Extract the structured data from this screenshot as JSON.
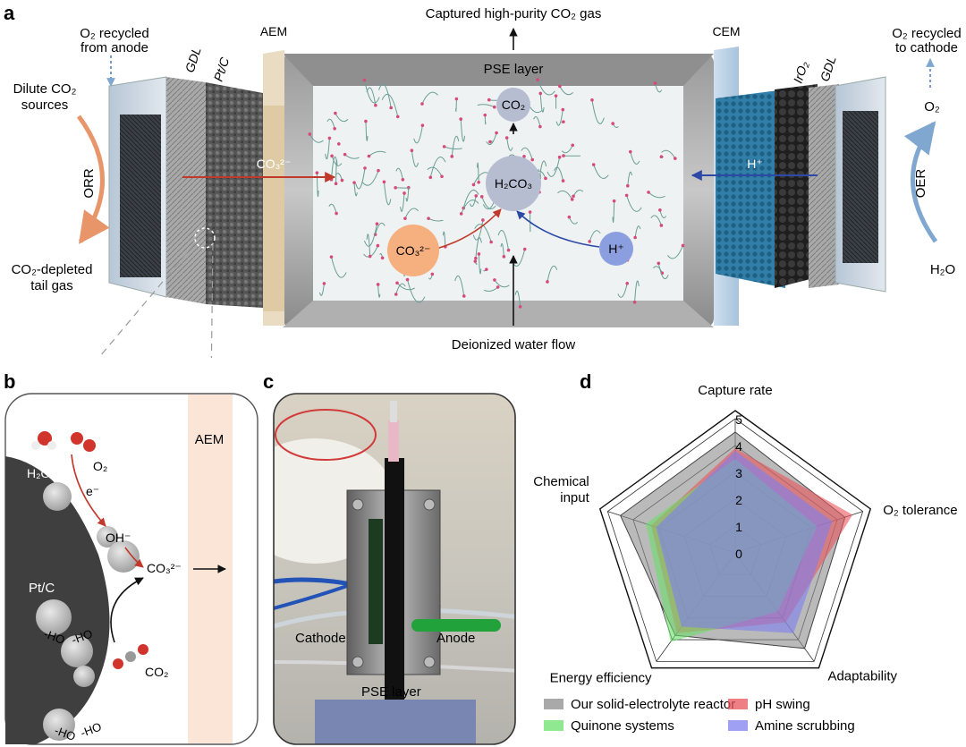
{
  "panels": {
    "a": "a",
    "b": "b",
    "c": "c",
    "d": "d"
  },
  "panel_a": {
    "top_label": "Captured high-purity CO₂ gas",
    "pse_layer": "PSE layer",
    "water_flow": "Deionized water flow",
    "o2_recycled_from_anode": [
      "O₂ recycled",
      "from anode"
    ],
    "o2_recycled_to_cathode": [
      "O₂ recycled",
      "to cathode"
    ],
    "dilute_sources": [
      "Dilute CO₂",
      "sources"
    ],
    "tail_gas": [
      "CO₂-depleted",
      "tail gas"
    ],
    "orr": "ORR",
    "oer": "OER",
    "gdl_left": "GDL",
    "ptc": "Pt/C",
    "aem": "AEM",
    "cem": "CEM",
    "iro2": "IrO₂",
    "gdl_right": "GDL",
    "o2": "O₂",
    "h2o": "H₂O",
    "co3_membrane": "CO₃²⁻",
    "h_membrane": "H⁺",
    "co2_bubble": "CO₂",
    "h2co3_bubble": "H₂CO₃",
    "co3_bubble": "CO₃²⁻",
    "h_bubble": "H⁺"
  },
  "panel_b": {
    "aem": "AEM",
    "h2o": "H₂O",
    "o2": "O₂",
    "electron": "e⁻",
    "oh": "OH⁻",
    "co3": "CO₃²⁻",
    "ptc": "Pt/C",
    "co2": "CO₂",
    "ho1": "-HO",
    "ho2": "-HO",
    "ho3": "-HO",
    "ho4": "-HO"
  },
  "panel_c": {
    "cathode": "Cathode",
    "anode": "Anode",
    "pse_layer": "PSE layer"
  },
  "radar": {
    "chart_data": {
      "type": "radar",
      "axes": [
        "Capture rate",
        "O₂ tolerance",
        "Adaptability",
        "Energy efficiency",
        "Chemical input"
      ],
      "axis_label_lines": [
        [
          "Capture rate"
        ],
        [
          "O₂ tolerance"
        ],
        [
          "Adaptability"
        ],
        [
          "Energy efficiency"
        ],
        [
          "Chemical",
          "input"
        ]
      ],
      "scale_ticks": [
        "0",
        "1",
        "2",
        "3",
        "4",
        "5"
      ],
      "range": [
        0,
        5
      ],
      "series": [
        {
          "name": "Our solid-electrolyte reactor",
          "values": [
            4.5,
            4.3,
            4.4,
            3.8,
            4.5
          ],
          "color": "#8c8c8c"
        },
        {
          "name": "pH swing",
          "values": [
            3.9,
            4.6,
            3.2,
            3.7,
            3.3
          ],
          "color": "#e8555c"
        },
        {
          "name": "Quinone systems",
          "values": [
            3.5,
            3.2,
            2.7,
            4.1,
            3.5
          ],
          "color": "#6be06b"
        },
        {
          "name": "Amine scrubbing",
          "values": [
            3.8,
            3.8,
            3.7,
            3.4,
            3.1
          ],
          "color": "#7f7ff0"
        }
      ],
      "legend_position": "bottom"
    }
  }
}
